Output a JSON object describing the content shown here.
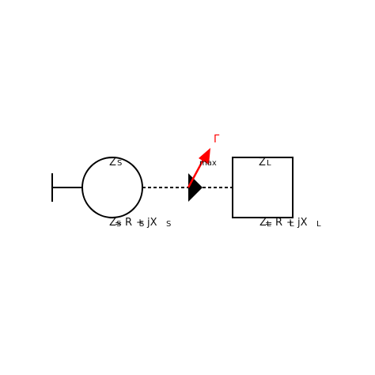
{
  "colors": {
    "line": "#000000",
    "accent": "#ff0000",
    "background": "#ffffff"
  },
  "source": {
    "label": "Z",
    "label_sub": "S",
    "eq_lhs": "Z",
    "eq_lhs_sub": "S",
    "eq_eq": "=",
    "eq_r": "R",
    "eq_r_sub": "S",
    "eq_plus": "+",
    "eq_jx": "jX",
    "eq_jx_sub": "S"
  },
  "load": {
    "label": "Z",
    "label_sub": "L",
    "eq_lhs": "Z",
    "eq_lhs_sub": "L",
    "eq_eq": "=",
    "eq_r": "R",
    "eq_r_sub": "L",
    "eq_plus": "+",
    "eq_jx": "jX",
    "eq_jx_sub": "L"
  },
  "reflection": {
    "symbol": "Γ",
    "sub": "max"
  },
  "icons": [
    "ground-icon",
    "source-circle-icon",
    "matching-triangle-icon",
    "load-box-icon",
    "reflection-arrow-icon"
  ]
}
